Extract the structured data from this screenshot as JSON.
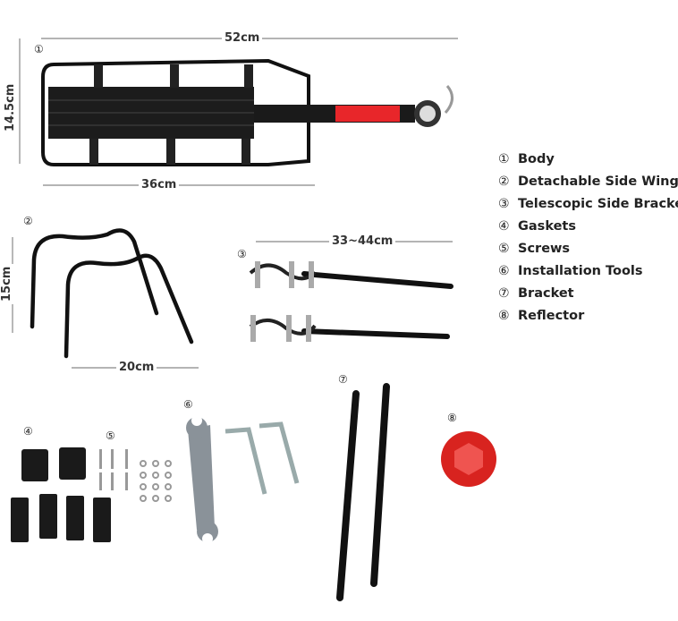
{
  "dimensions": {
    "body_length": "52cm",
    "body_height": "14.5cm",
    "body_platform": "36cm",
    "wing_height": "15cm",
    "wing_width": "20cm",
    "bracket_length": "33~44cm"
  },
  "part_numbers": [
    "①",
    "②",
    "③",
    "④",
    "⑤",
    "⑥",
    "⑦",
    "⑧"
  ],
  "legend": [
    {
      "num": "①",
      "label": "Body"
    },
    {
      "num": "②",
      "label": "Detachable Side Wing"
    },
    {
      "num": "③",
      "label": "Telescopic Side Bracket"
    },
    {
      "num": "④",
      "label": "Gaskets"
    },
    {
      "num": "⑤",
      "label": "Screws"
    },
    {
      "num": "⑥",
      "label": "Installation Tools"
    },
    {
      "num": "⑦",
      "label": "Bracket"
    },
    {
      "num": "⑧",
      "label": "Reflector"
    }
  ],
  "colors": {
    "metal": "#1a1a1a",
    "warning_label": "#e8262a",
    "reflector": "#d8231f",
    "tool": "#8a9299"
  }
}
